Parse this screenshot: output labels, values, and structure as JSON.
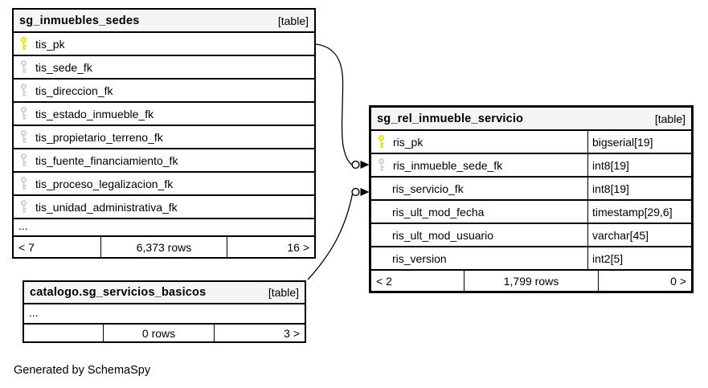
{
  "diagram": {
    "generated_note": "Generated by SchemaSpy"
  },
  "colors": {
    "pk_key": "#e1e100",
    "fk_key": "#cfcfcf",
    "header_bg": "#f5f5f5",
    "border": "#000000"
  },
  "tables": {
    "sg_inmuebles_sedes": {
      "title": "sg_inmuebles_sedes",
      "badge": "[table]",
      "rows": [
        {
          "name": "tis_pk",
          "key": "pk"
        },
        {
          "name": "tis_sede_fk",
          "key": "fk"
        },
        {
          "name": "tis_direccion_fk",
          "key": "fk"
        },
        {
          "name": "tis_estado_inmueble_fk",
          "key": "fk"
        },
        {
          "name": "tis_propietario_terreno_fk",
          "key": "fk"
        },
        {
          "name": "tis_fuente_financiamiento_fk",
          "key": "fk"
        },
        {
          "name": "tis_proceso_legalizacion_fk",
          "key": "fk"
        },
        {
          "name": "tis_unidad_administrativa_fk",
          "key": "fk"
        }
      ],
      "ellipsis": "...",
      "footer": {
        "left": "< 7",
        "center": "6,373 rows",
        "right": "16 >"
      }
    },
    "sg_rel_inmueble_servicio": {
      "title": "sg_rel_inmueble_servicio",
      "badge": "[table]",
      "rows": [
        {
          "name": "ris_pk",
          "type": "bigserial[19]",
          "key": "pk"
        },
        {
          "name": "ris_inmueble_sede_fk",
          "type": "int8[19]",
          "key": "fk"
        },
        {
          "name": "ris_servicio_fk",
          "type": "int8[19]",
          "key": ""
        },
        {
          "name": "ris_ult_mod_fecha",
          "type": "timestamp[29,6]",
          "key": ""
        },
        {
          "name": "ris_ult_mod_usuario",
          "type": "varchar[45]",
          "key": ""
        },
        {
          "name": "ris_version",
          "type": "int2[5]",
          "key": ""
        }
      ],
      "footer": {
        "left": "< 2",
        "center": "1,799 rows",
        "right": "0 >"
      }
    },
    "catalogo_sg_servicios_basicos": {
      "title": "catalogo.sg_servicios_basicos",
      "badge": "[table]",
      "rows": [],
      "ellipsis": "...",
      "footer": {
        "left": "",
        "center": "0 rows",
        "right": "3 >"
      }
    }
  },
  "relationships": [
    {
      "from": "sg_inmuebles_sedes.tis_pk",
      "to": "sg_rel_inmueble_servicio.ris_inmueble_sede_fk"
    },
    {
      "from": "catalogo.sg_servicios_basicos",
      "to": "sg_rel_inmueble_servicio.ris_servicio_fk"
    }
  ]
}
